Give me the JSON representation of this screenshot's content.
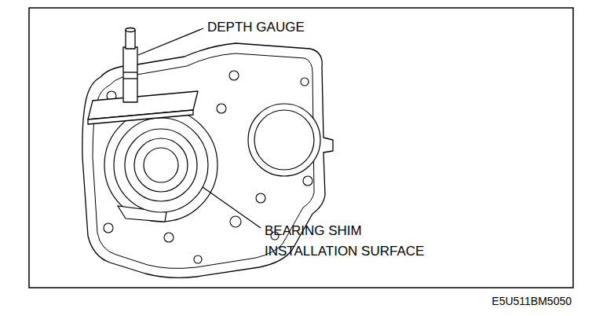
{
  "diagram": {
    "labels": [
      "DEPTH GAUGE",
      "BEARING SHIM INSTALLATION SURFACE",
      "E5U511BM5050"
    ]
  }
}
